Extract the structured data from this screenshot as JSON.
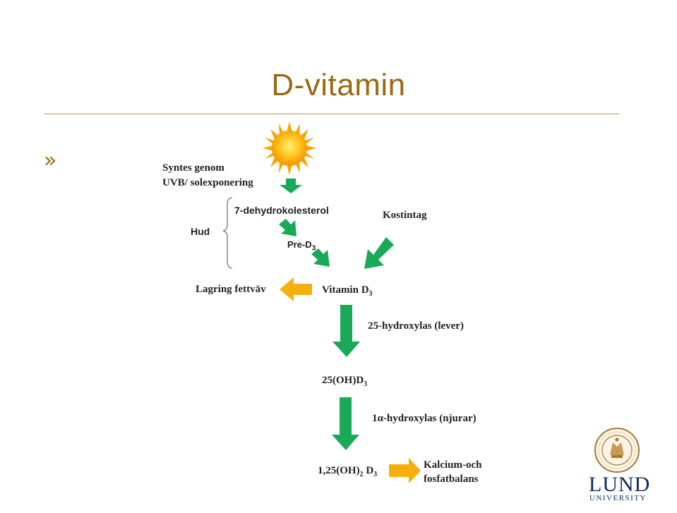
{
  "slide": {
    "title": "D-vitamin",
    "bullet": "»"
  },
  "diagram": {
    "synthesis_line1": "Syntes genom",
    "synthesis_line2": "UVB/ solexponering",
    "dehydro": "7-dehydrokolesterol",
    "skin": "Hud",
    "diet": "Kostintag",
    "pre_d3": "Pre-D",
    "pre_d3_sub": "3",
    "storage": "Lagring fettväv",
    "vitamin_d3": "Vitamin D",
    "vitamin_d3_sub": "3",
    "hydroxylase_25": "25-hydroxylas (lever)",
    "oh_d3": "25(OH)D",
    "oh_d3_sub": "3",
    "hydroxylase_1a": "1α-hydroxylas (njurar)",
    "oh2_d3_prefix": "1,25(OH)",
    "oh2_d3_sub2": "2",
    "oh2_d3_mid": " D",
    "oh2_d3_sub3": "3",
    "balance_line1": "Kalcium-och",
    "balance_line2": "fosfatbalans"
  },
  "colors": {
    "title": "#9a6a12",
    "green_arrow": "#1aa957",
    "orange_arrow": "#f5b010",
    "sun": "#f7a400"
  },
  "logo": {
    "name": "LUND",
    "sub": "UNIVERSITY",
    "seal_text": "SIGILLUM UNIVERSITATIS CAROLINAE"
  }
}
